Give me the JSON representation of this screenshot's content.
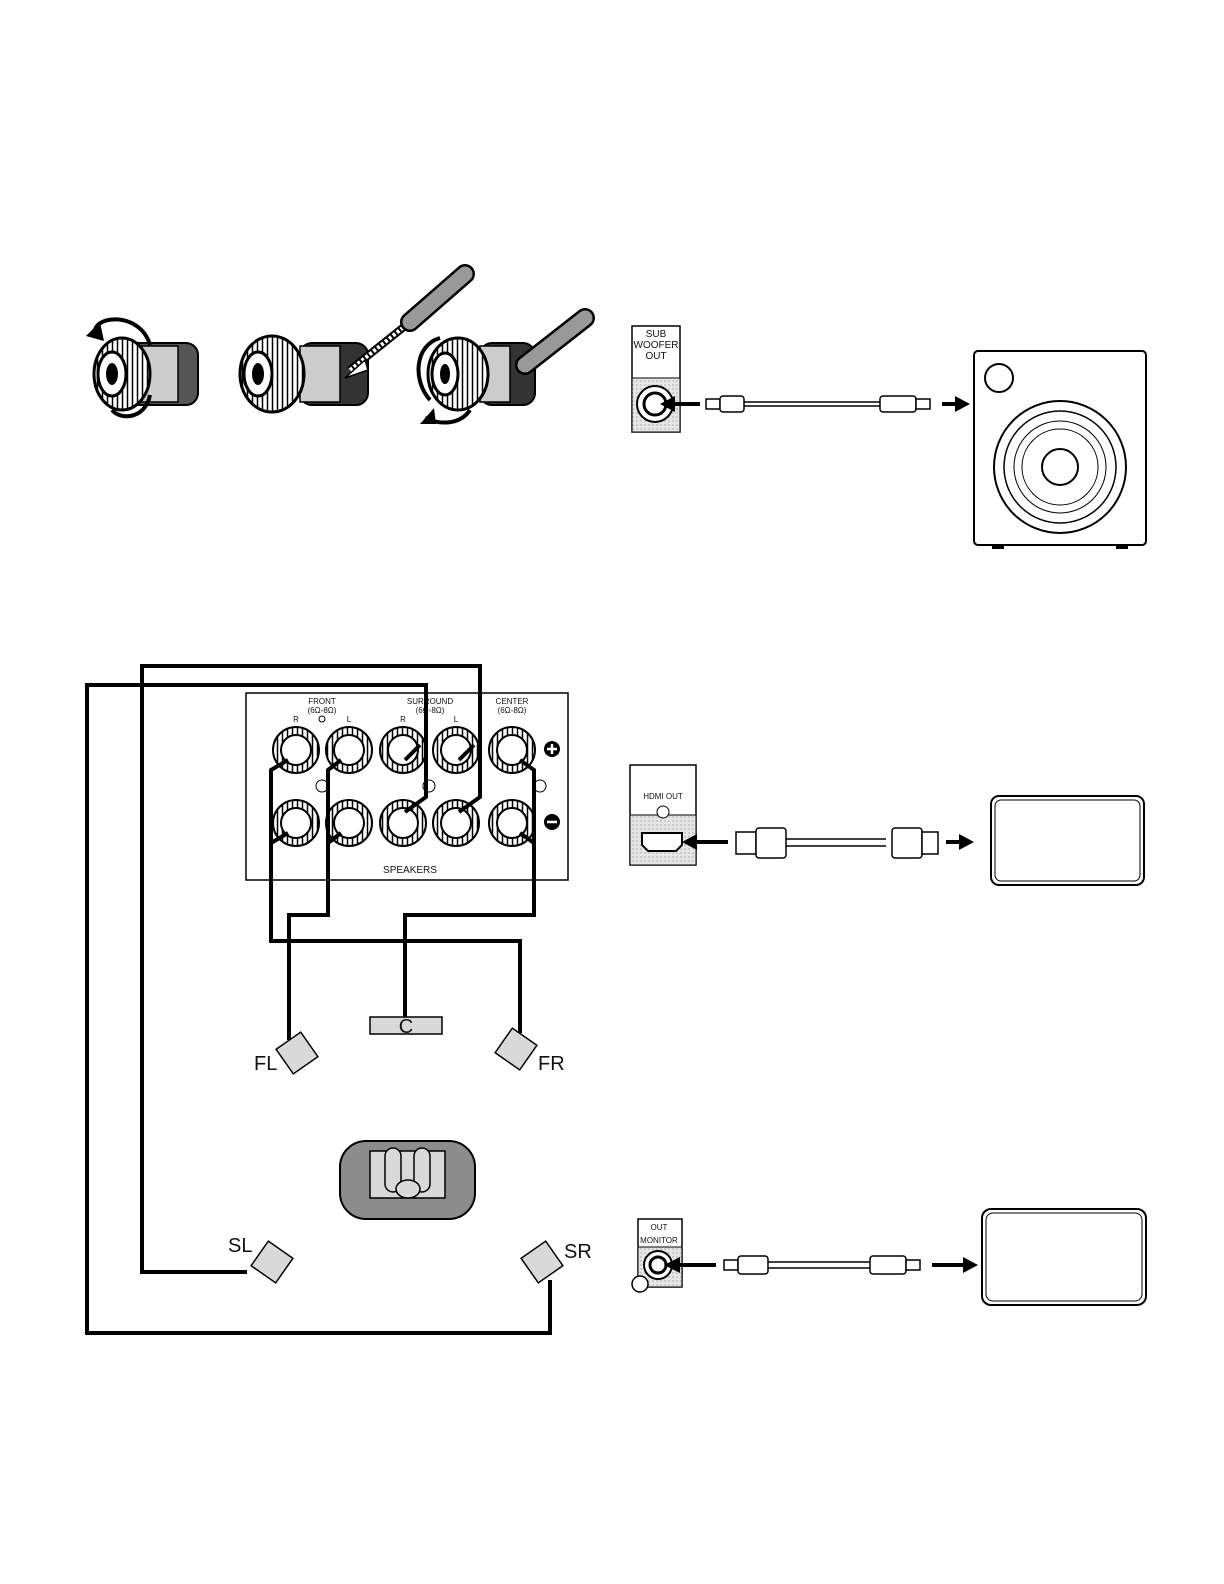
{
  "subwoofer_panel": {
    "line1": "SUB",
    "line2": "WOOFER",
    "line3": "OUT"
  },
  "speaker_panel": {
    "front_label": "FRONT",
    "front_imp": "(6Ω-8Ω)",
    "surround_label": "SURROUND",
    "surround_imp": "(6Ω-8Ω)",
    "center_label": "CENTER",
    "center_imp": "(6Ω-8Ω)",
    "r1": "R",
    "l1": "L",
    "r2": "R",
    "l2": "L",
    "speakers_label": "SPEAKERS"
  },
  "speakers": {
    "fl": "FL",
    "fr": "FR",
    "c": "C",
    "sl": "SL",
    "sr": "SR"
  },
  "hdmi_panel": {
    "label": "HDMI OUT"
  },
  "monitor_panel": {
    "line1": "OUT",
    "line2": "MONITOR"
  },
  "colors": {
    "panel_gray": "#d9d9d9",
    "line": "#000000",
    "seat": "#8c8c8c"
  }
}
